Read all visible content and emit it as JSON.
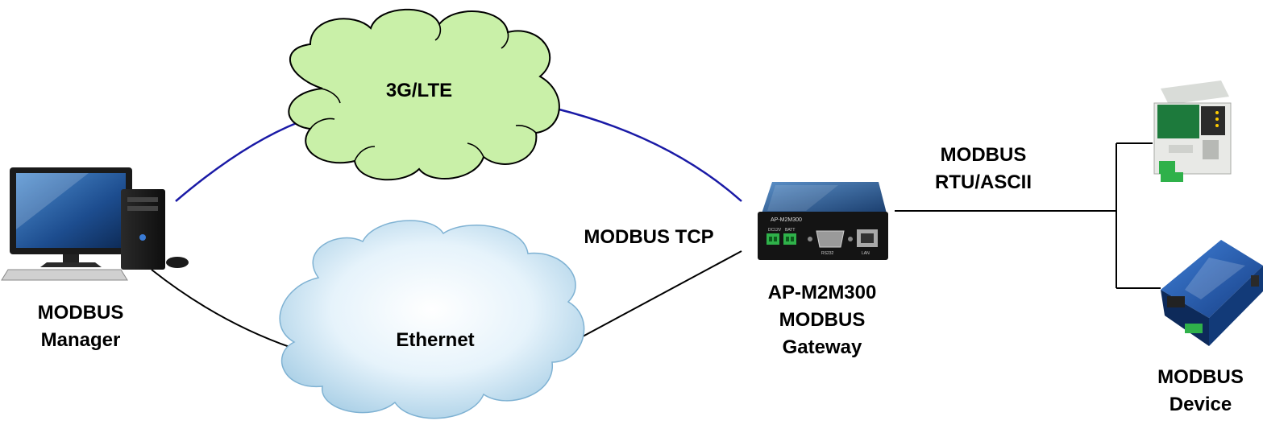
{
  "diagram": {
    "manager": {
      "line1": "MODBUS",
      "line2": "Manager"
    },
    "cloud_3g": {
      "label": "3G/LTE"
    },
    "cloud_ethernet": {
      "label": "Ethernet"
    },
    "tcp_label": "MODBUS TCP",
    "gateway": {
      "line1": "AP-M2M300",
      "line2": "MODBUS",
      "line3": "Gateway",
      "device_model": "AP-M2M300",
      "port_labels": [
        "DC12V",
        "BATT",
        "RS232",
        "LAN"
      ]
    },
    "rtu_label": {
      "line1": "MODBUS",
      "line2": "RTU/ASCII"
    },
    "device": {
      "line1": "MODBUS",
      "line2": "Device"
    }
  },
  "colors": {
    "wireless_link": "#1a1aa6",
    "wired_link": "#000000",
    "cloud_3g_fill": "#c9f0a8",
    "cloud_ethernet_fill": "#dceef8"
  }
}
